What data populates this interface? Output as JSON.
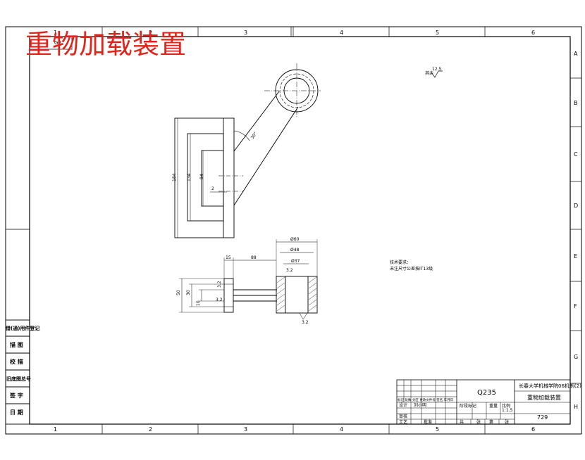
{
  "title": "重物加载装置",
  "corner_label": "GB",
  "zones": {
    "columns": [
      "1",
      "2",
      "3",
      "4",
      "5",
      "6"
    ],
    "rows": [
      "A",
      "B",
      "C",
      "D",
      "E",
      "F",
      "G",
      "H"
    ]
  },
  "roughness": {
    "prefix": "其余",
    "value": "12.5"
  },
  "dimensions": {
    "angle": "30°",
    "height_outer": "184",
    "height_mid": "134",
    "height_inner": "84",
    "offset": "2",
    "width_15": "15",
    "dist_88": "88",
    "dia_60": "Ø60",
    "dia_48": "Ø48",
    "dia_37": "Ø37",
    "h_50": "50",
    "h_30": "30",
    "h_10": "10",
    "rough_32": "3.2"
  },
  "notes": {
    "heading": "技术要求：",
    "line1": "未注尺寸公差按IT13级"
  },
  "side_table": [
    "借(通)用件登记",
    "描 图",
    "校 描",
    "旧底图总号",
    "签 字",
    "日 期"
  ],
  "title_block": {
    "material": "Q235",
    "school": "长春大学机械学院06机制(2)",
    "part_name": "重物加载装置",
    "scale": "1:1.5",
    "drawing_no": "729",
    "row_labels": [
      "标记 处数 分区 更改文件号 签名 年月日",
      "设计",
      "审核",
      "工艺"
    ],
    "designer": "刘小明",
    "stage_labels": [
      "阶段标记",
      "重量",
      "比例"
    ],
    "sheet_labels": [
      "共",
      "张",
      "第",
      "张"
    ],
    "approve": "批准"
  }
}
